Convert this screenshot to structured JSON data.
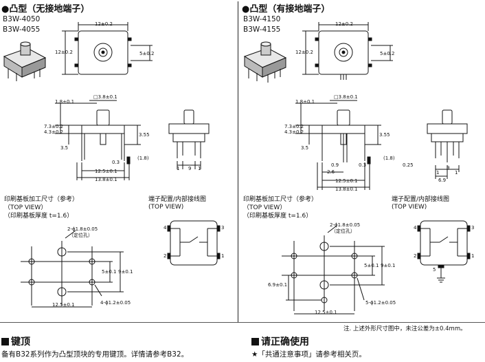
{
  "left": {
    "title": "●凸型（无接地端子）",
    "models": [
      "B3W-4050",
      "B3W-4055"
    ],
    "dims": {
      "w12": "12±0.2",
      "h12": "12±0.2",
      "five": "5±0.2",
      "sq38": "□3.8±0.1",
      "d18": "1.8±0.1",
      "d73": "7.3±0.2",
      "d43": "4.3±0.2",
      "d35": "3.5",
      "d355": "3.55",
      "d03": "0.3",
      "d18p": "(1.8)",
      "d125": "12.5±0.1",
      "d138": "13.8±0.1",
      "one_a": "1",
      "nine": "9",
      "one_b": "1"
    },
    "pcb_title": "印刷基板加工尺寸（参考）",
    "pcb_view": "（TOP VIEW）",
    "pcb_thick": "（印刷基板厚度 t=1.6）",
    "pcb": {
      "holes_label": "2-ϕ1.8±0.05",
      "holes_sub": "（定位孔）",
      "five": "5±0.1",
      "nine": "9±0.1",
      "w125": "12.5±0.1",
      "pins": "4-ϕ1.2±0.05"
    },
    "term_title": "端子配置/内部接线图",
    "term_view": "(TOP VIEW)",
    "pins": [
      "4",
      "3",
      "2",
      "1"
    ]
  },
  "right": {
    "title": "●凸型（有接地端子）",
    "models": [
      "B3W-4150",
      "B3W-4155"
    ],
    "dims": {
      "w12": "12±0.2",
      "h12": "12±0.2",
      "five": "5±0.2",
      "sq38": "□3.8±0.1",
      "d18": "1.8±0.1",
      "d73": "7.3±0.2",
      "d43": "4.3±0.2",
      "d35": "3.5",
      "d355": "3.55",
      "d09": "0.9",
      "d03": "0.3",
      "d26": "2.6",
      "d18p": "(1.8)",
      "d125": "12.5±0.1",
      "d138": "13.8±0.1",
      "d025": "0.25",
      "one_a": "1",
      "nine": "9",
      "one_b": "1",
      "d69": "6.9"
    },
    "pcb_title": "印刷基板加工尺寸（参考）",
    "pcb_view": "（TOP VIEW）",
    "pcb_thick": "（印刷基板厚度 t=1.6）",
    "pcb": {
      "holes_label": "2-ϕ1.8±0.05",
      "holes_sub": "（定位孔）",
      "five": "5±0.1",
      "nine": "9±0.1",
      "d69": "6.9±0.1",
      "w125": "12.5±0.1",
      "pins": "5-ϕ1.2±0.05"
    },
    "term_title": "端子配置/内部接线图",
    "term_view": "(TOP VIEW)",
    "pins": [
      "4",
      "3",
      "2",
      "1",
      "5"
    ]
  },
  "note": "注. 上述外形尺寸图中，未注公差为±0.4mm。",
  "bottom": {
    "left_title": "键顶",
    "left_text": "备有B32系列作为凸型顶块的专用键顶。详情请参考B32。",
    "right_title": "请正确使用",
    "right_text": "★「共通注意事项」请参考相关页。"
  }
}
